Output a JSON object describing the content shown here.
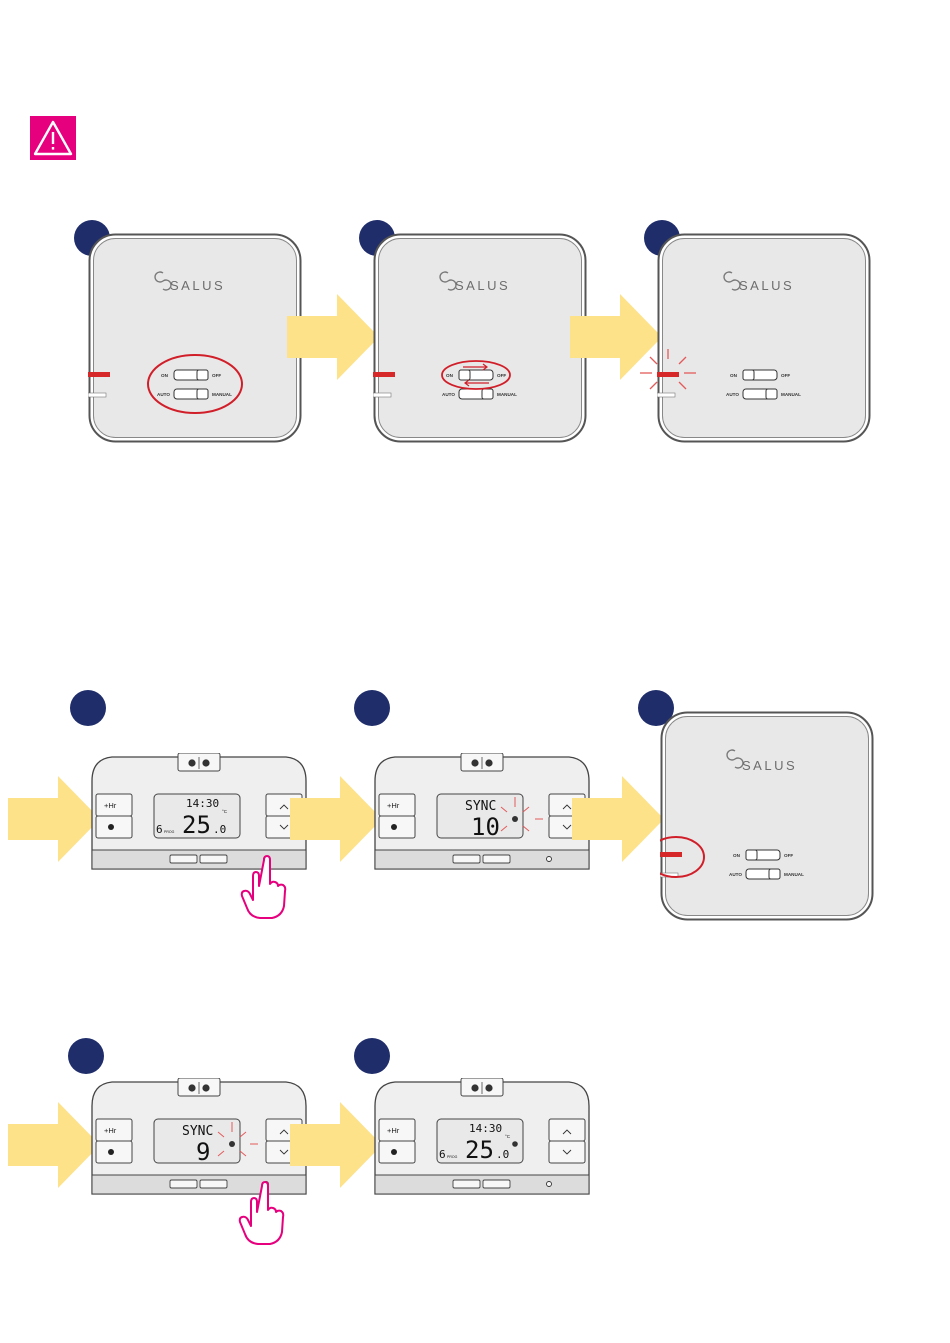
{
  "brand": {
    "logo_text": "SALUS"
  },
  "colors": {
    "accent_magenta": "#e6007e",
    "step_blue": "#1f2d6b",
    "arrow_yellow": "#fde28a",
    "led_red": "#d62828",
    "highlight_red": "#d11f2a"
  },
  "receiver": {
    "switch_on": "ON",
    "switch_off": "OFF",
    "switch_auto": "AUTO",
    "switch_manual": "MANUAL"
  },
  "thermostat": {
    "hr_button": "+Hr",
    "normal": {
      "time": "14:30",
      "unit": "°C",
      "temp_int": "25",
      "temp_dec": ".0",
      "day": "6",
      "prog": "PROG"
    },
    "sync_a": {
      "label": "SYNC",
      "count": "10"
    },
    "sync_b": {
      "label": "SYNC",
      "count": "9"
    }
  },
  "icons": [
    "warning-icon",
    "step-number-icon",
    "arrow-right-icon",
    "pointing-hand-icon",
    "led-indicator-icon",
    "flame-icon",
    "arrow-up-icon",
    "arrow-down-icon"
  ]
}
